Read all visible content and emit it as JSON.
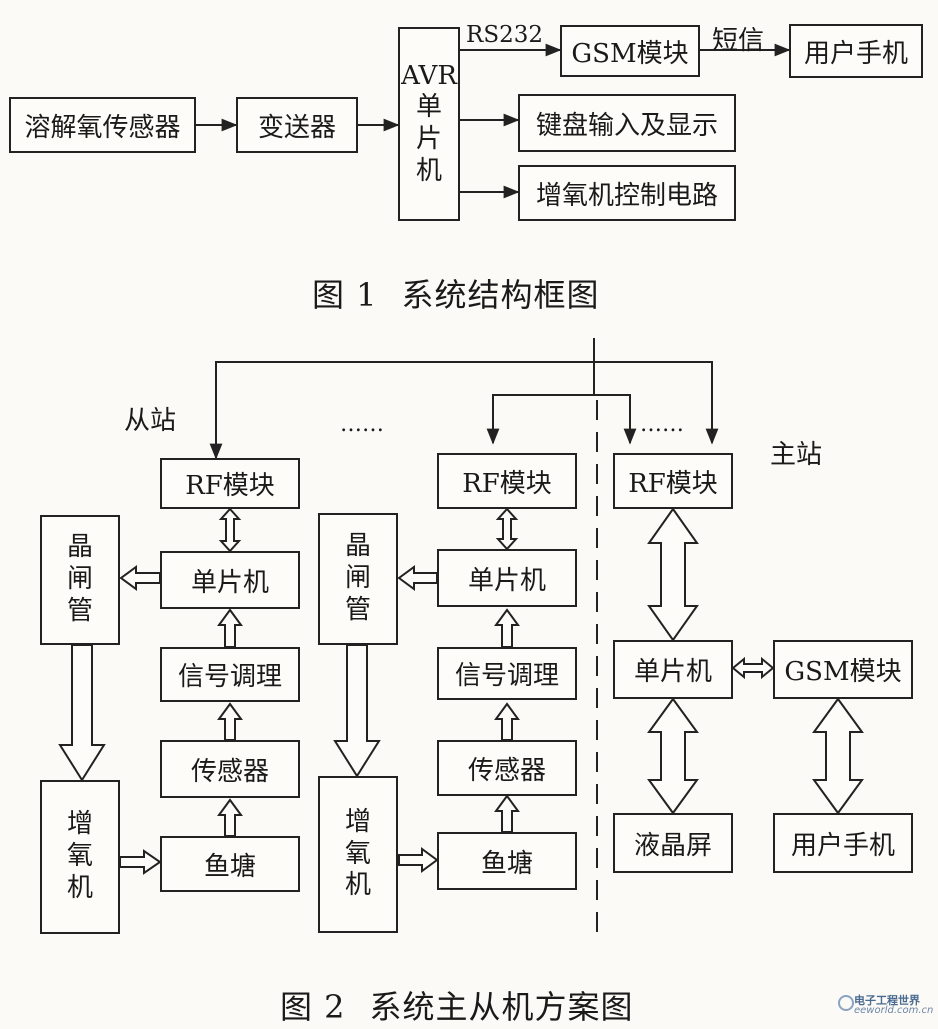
{
  "figure1": {
    "blocks": {
      "sensor": "溶解氧传感器",
      "transmitter": "变送器",
      "mcu": "AVR单片机",
      "gsm": "GSM模块",
      "phone": "用户手机",
      "keyboard": "键盘输入及显示",
      "aerator_ctrl": "增氧机控制电路"
    },
    "edge_labels": {
      "rs232": "RS232",
      "sms": "短信"
    },
    "caption_number": "图 1",
    "caption_text": "系统结构框图"
  },
  "figure2": {
    "slave_label": "从站",
    "master_label": "主站",
    "ellipsis": "……",
    "slave": {
      "rf": "RF模块",
      "mcu": "单片机",
      "signal": "信号调理",
      "sensor": "传感器",
      "pond": "鱼塘",
      "thyristor": "晶闸管",
      "aerator": "增氧机"
    },
    "master": {
      "rf": "RF模块",
      "mcu": "单片机",
      "gsm": "GSM模块",
      "lcd": "液晶屏",
      "phone": "用户手机"
    },
    "caption_number": "图 2",
    "caption_text": "系统主从机方案图"
  },
  "watermark": {
    "line1": "电子工程世界",
    "line2": "eeworld.com.cn"
  }
}
